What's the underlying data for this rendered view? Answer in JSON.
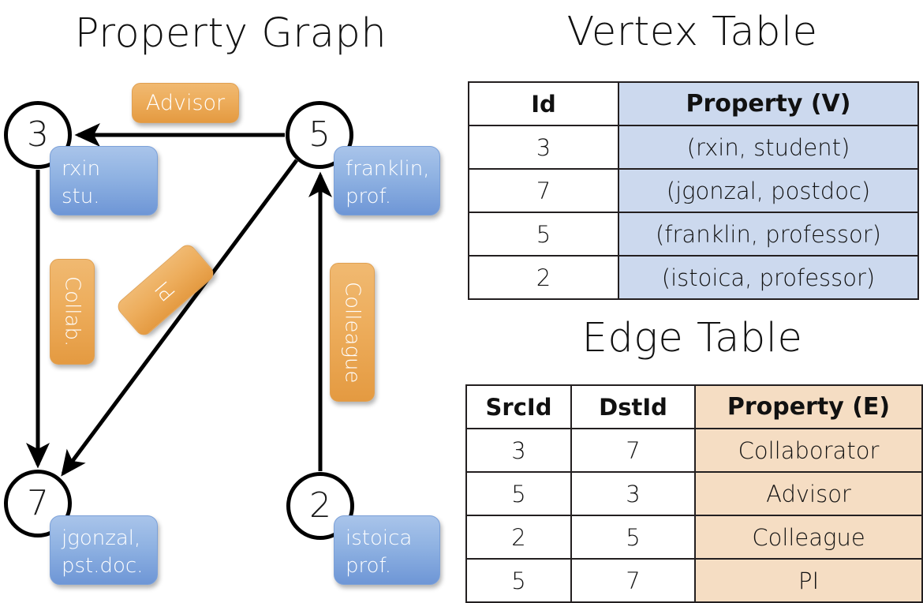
{
  "titles": {
    "property_graph": "Property Graph",
    "vertex_table": "Vertex Table",
    "edge_table": "Edge Table"
  },
  "colors": {
    "vertex_property_fill": "#ccd9ee",
    "edge_property_fill": "#f5ddc3",
    "vertex_bubble": "#8fb2e2",
    "edge_bubble": "#edad5c",
    "stroke": "#000000",
    "background": "#ffffff"
  },
  "graph": {
    "nodes": [
      {
        "id": "3",
        "property_lines": [
          "rxin",
          "stu."
        ]
      },
      {
        "id": "5",
        "property_lines": [
          "franklin,",
          "prof."
        ]
      },
      {
        "id": "7",
        "property_lines": [
          "jgonzal,",
          "pst.doc."
        ]
      },
      {
        "id": "2",
        "property_lines": [
          "istoica",
          "prof."
        ]
      }
    ],
    "edge_labels": {
      "advisor": "Advisor",
      "collab": "Collab.",
      "pi": "PI",
      "colleague": "Colleague"
    },
    "edges": [
      {
        "src": "5",
        "dst": "3",
        "label": "Advisor"
      },
      {
        "src": "3",
        "dst": "7",
        "label": "Collab."
      },
      {
        "src": "5",
        "dst": "7",
        "label": "PI"
      },
      {
        "src": "2",
        "dst": "5",
        "label": "Colleague"
      }
    ]
  },
  "vertex_table": {
    "headers": [
      "Id",
      "Property (V)"
    ],
    "rows": [
      [
        "3",
        "(rxin, student)"
      ],
      [
        "7",
        "(jgonzal, postdoc)"
      ],
      [
        "5",
        "(franklin, professor)"
      ],
      [
        "2",
        "(istoica, professor)"
      ]
    ]
  },
  "edge_table": {
    "headers": [
      "SrcId",
      "DstId",
      "Property (E)"
    ],
    "rows": [
      [
        "3",
        "7",
        "Collaborator"
      ],
      [
        "5",
        "3",
        "Advisor"
      ],
      [
        "2",
        "5",
        "Colleague"
      ],
      [
        "5",
        "7",
        "PI"
      ]
    ]
  }
}
